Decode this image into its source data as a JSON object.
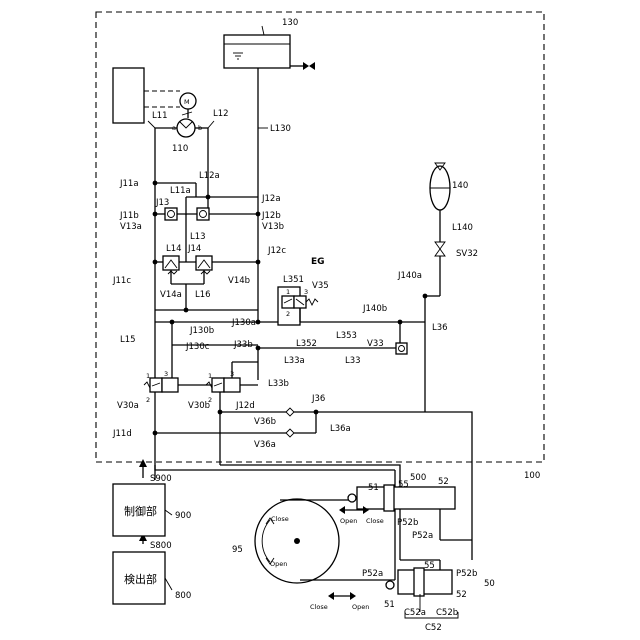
{
  "labels": {
    "l130": "130",
    "l130line": "L130",
    "l11": "L11",
    "l12": "L12",
    "la": "a",
    "lb": "b",
    "m": "M",
    "l110": "110",
    "j11a": "J11a",
    "l11a": "L11a",
    "l12a": "L12a",
    "j12a": "J12a",
    "j13": "J13",
    "j11b": "J11b",
    "j12b": "J12b",
    "v13a": "V13a",
    "v13b": "V13b",
    "l13": "L13",
    "l14": "L14",
    "j14": "J14",
    "j12c": "J12c",
    "j11c": "J11c",
    "v14a": "V14a",
    "l16": "L16",
    "v14b": "V14b",
    "eg": "EG",
    "l351": "L351",
    "v35": "V35",
    "l140": "140",
    "l140line": "L140",
    "sv32": "SV32",
    "j140a": "J140a",
    "j140b": "J140b",
    "l36": "L36",
    "j130a": "J130a",
    "l15": "L15",
    "j130b": "J130b",
    "l352": "L352",
    "l353": "L353",
    "v33": "V33",
    "j130c": "J130c",
    "j33b": "J33b",
    "l33a": "L33a",
    "l33": "L33",
    "l33b": "L33b",
    "v30a": "V30a",
    "v30b": "V30b",
    "j12d": "J12d",
    "j36": "J36",
    "v36b": "V36b",
    "l36a": "L36a",
    "v36a": "V36a",
    "j11d": "J11d",
    "l100": "100",
    "s900": "S900",
    "ctrl_name": "制御部",
    "ctrl_num": "900",
    "s800": "S800",
    "det_name": "検出部",
    "det_num": "800",
    "l500": "500",
    "l51top": "51",
    "l55top": "55",
    "l52top": "52",
    "open_top": "Open",
    "close_top": "Close",
    "p52b_top": "P52b",
    "p52a_top": "P52a",
    "close_dial": "Close",
    "open_dial": "Open",
    "l95": "95",
    "p52a_bot": "P52a",
    "l55bot": "55",
    "p52b_bot": "P52b",
    "l50": "50",
    "l52bot": "52",
    "close_bot": "Close",
    "open_bot": "Open",
    "l51bot": "51",
    "c52a": "C52a",
    "c52b": "C52b",
    "c52": "C52",
    "n1a": "1",
    "n2a": "2",
    "n3a": "3",
    "n1b": "1",
    "n2b": "2",
    "n3b": "3",
    "n1c": "1",
    "n2c": "2",
    "n3c": "3"
  }
}
